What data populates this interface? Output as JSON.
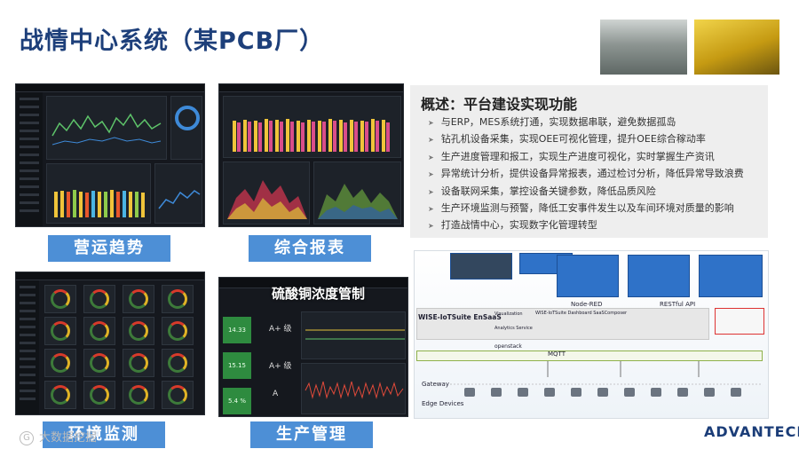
{
  "slide": {
    "title": "战情中心系统（某PCB厂）"
  },
  "captions": {
    "operations": "营运趋势",
    "report": "综合报表",
    "environment": "环境监测",
    "production": "生产管理"
  },
  "production_dash": {
    "banner": "硫酸铜浓度管制",
    "kpis": [
      "14.33",
      "15.15",
      "5.4 %"
    ],
    "grades": [
      "A+ 级",
      "A+ 级",
      "A"
    ]
  },
  "overview": {
    "title": "概述：平台建设实现功能",
    "items": [
      "与ERP，MES系统打通，实现数据串联，避免数据孤岛",
      "钻孔机设备采集，实现OEE可视化管理，提升OEE综合稼动率",
      "生产进度管理和报工，实现生产进度可视化，实时掌握生产资讯",
      "异常统计分析，提供设备异常报表，通过检讨分析，降低异常导致浪费",
      "设备联网采集，掌控设备关键参数，降低品质风险",
      "生产环境监测与预警，降低工安事件发生以及车间环境对质量的影响",
      "打造战情中心，实现数字化管理转型"
    ]
  },
  "architecture": {
    "wise_saas": "WISE-IoTSuite EnSaaS",
    "gateway": "Gateway",
    "edge": "Edge Devices",
    "node_red": "Node-RED",
    "restful": "RESTful API",
    "mqtt": "MQTT",
    "openstack": "openstack",
    "visualization": "Visualization",
    "analytics": "Analytics Service",
    "dashboard_composer": "WISE-IoTSuite Dashboard SaaSComposer"
  },
  "brand": {
    "logo": "ADVANTECH",
    "watermark": "大数据挖掘"
  },
  "colors": {
    "title": "#1d3f7a",
    "caption_bg": "#4d8fd6",
    "overview_bg": "#eeeeee",
    "dash_bg": "#15181e",
    "kpi_green": "#2e8b3f"
  }
}
